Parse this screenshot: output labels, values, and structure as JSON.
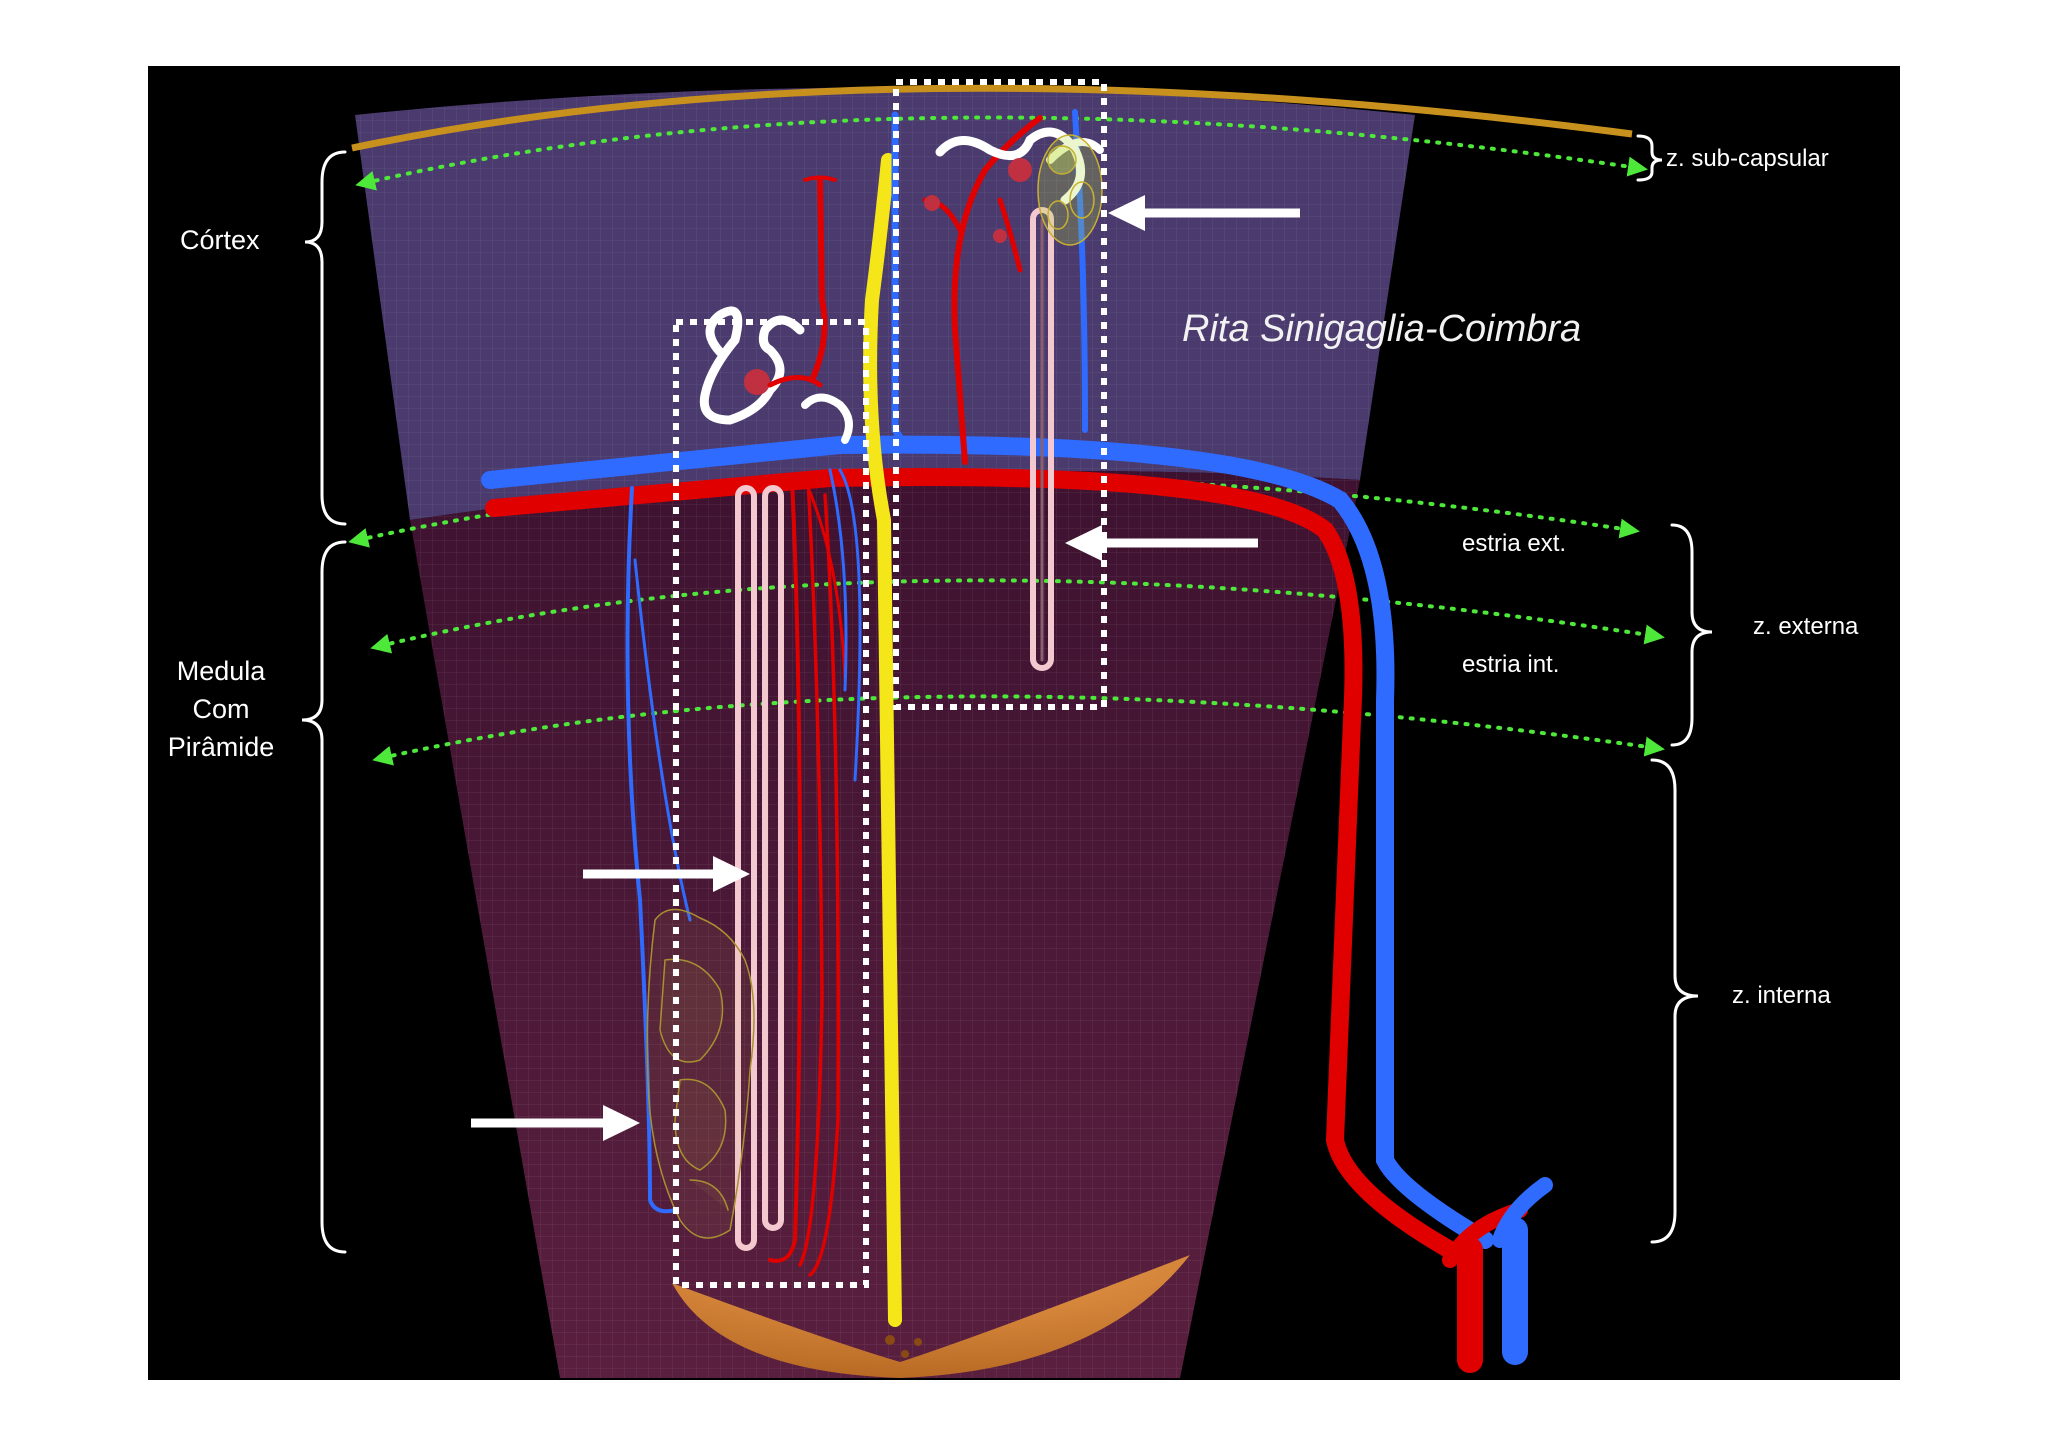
{
  "labels": {
    "cortex": "Córtex",
    "medula_line1": "Medula",
    "medula_line2": "Com",
    "medula_line3": "Pirâmide",
    "sub_capsular": "z. sub-capsular",
    "estria_ext": "estria ext.",
    "estria_int": "estria int.",
    "z_externa": "z. externa",
    "z_interna": "z. interna",
    "author": "Rita Sinigaglia-Coimbra"
  },
  "colors": {
    "background": "#000000",
    "cortex_region": "#4a3a6e",
    "medulla_region": "#4a1a34",
    "capsule": "#c8901c",
    "artery": "#e00000",
    "vein": "#2f6bff",
    "collecting_duct": "#f5e61a",
    "tubule": "#ffffff",
    "loop_of_henle": "#f3c9cf",
    "boundary_line": "#4ee83a",
    "papilla": "#d98a3a"
  }
}
